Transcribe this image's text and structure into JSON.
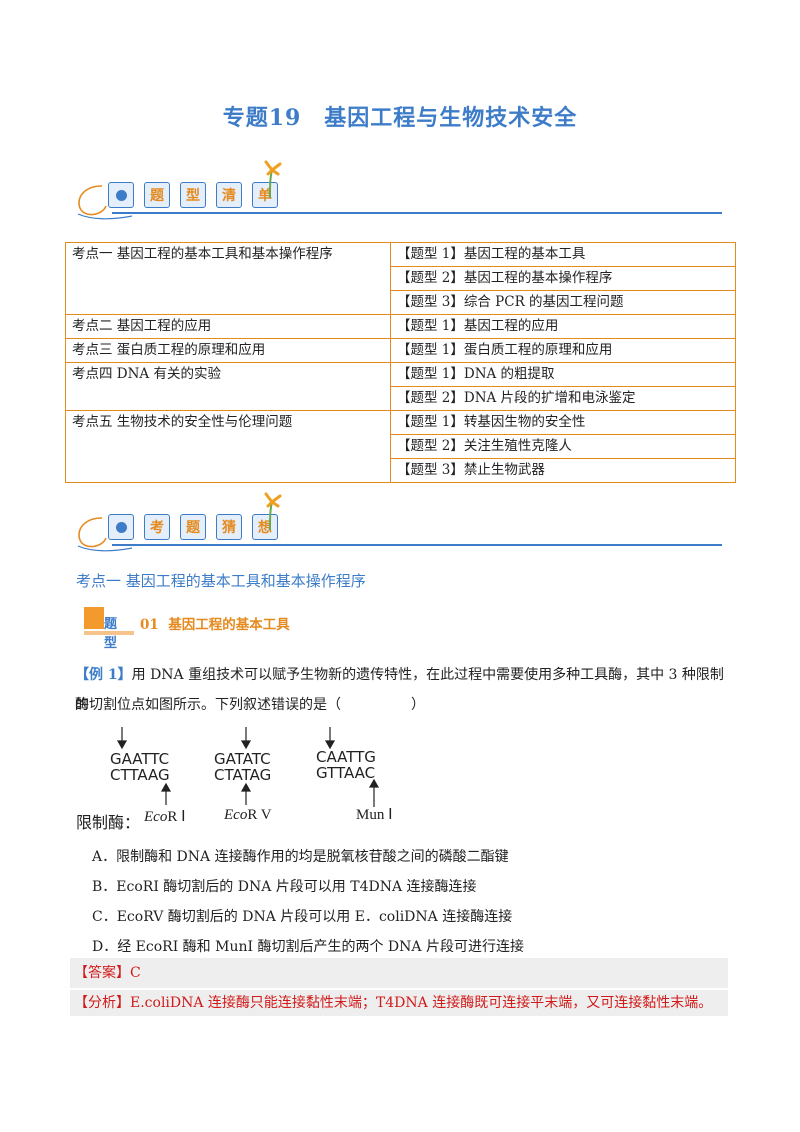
{
  "title": "专题19　基因工程与生物技术安全",
  "banner1": {
    "chips": [
      "",
      "题",
      "型",
      "清",
      "单"
    ]
  },
  "banner2": {
    "chips": [
      "",
      "考",
      "题",
      "猜",
      "想"
    ]
  },
  "topics": [
    {
      "left": "考点一  基因工程的基本工具和基本操作程序",
      "rows": [
        "【题型 1】基因工程的基本工具",
        "【题型 2】基因工程的基本操作程序",
        "【题型 3】综合 PCR 的基因工程问题"
      ]
    },
    {
      "left": "考点二  基因工程的应用",
      "rows": [
        "【题型 1】基因工程的应用"
      ]
    },
    {
      "left": "考点三  蛋白质工程的原理和应用",
      "rows": [
        "【题型 1】蛋白质工程的原理和应用"
      ]
    },
    {
      "left": "考点四  DNA 有关的实验",
      "rows": [
        "【题型 1】DNA 的粗提取",
        "【题型 2】DNA 片段的扩增和电泳鉴定"
      ]
    },
    {
      "left": "考点五  生物技术的安全性与伦理问题",
      "rows": [
        "【题型 1】转基因生物的安全性",
        "【题型 2】关注生殖性克隆人",
        "【题型 3】禁止生物武器"
      ]
    }
  ],
  "section_heading": "考点一  基因工程的基本工具和基本操作程序",
  "tixing": {
    "label": "题型",
    "number": "01",
    "name": "基因工程的基本工具"
  },
  "example": {
    "tag": "【例 1】",
    "text1": "用 DNA 重组技术可以赋予生物新的遗传特性，在此过程中需要使用多种工具酶，其中 3 种限制酶",
    "text2": "的切割位点如图所示。下列叙述错误的是（　　　　　）"
  },
  "figure": {
    "label": "限制酶：",
    "enzymes": [
      {
        "top": "GAATTC",
        "bottom": "CTTAAG",
        "name_italic": "Eco",
        "name_rest": "R Ⅰ"
      },
      {
        "top": "GATATC",
        "bottom": "CTATAG",
        "name_italic": "Eco",
        "name_rest": "R V"
      },
      {
        "top": "CAATTG",
        "bottom": "GTTAAC",
        "name_italic": "",
        "name_rest": "Mun Ⅰ"
      }
    ]
  },
  "options": [
    "A．限制酶和 DNA 连接酶作用的均是脱氧核苷酸之间的磷酸二酯键",
    "B．EcoRI 酶切割后的 DNA 片段可以用 T4DNA 连接酶连接",
    "C．EcoRV 酶切割后的 DNA 片段可以用 E．coliDNA 连接酶连接",
    "D．经 EcoRI 酶和 MunI 酶切割后产生的两个 DNA 片段可进行连接"
  ],
  "answer": {
    "label": "【答案】",
    "value": "C"
  },
  "analysis": {
    "label": "【分析】",
    "text": "E.coliDNA 连接酶只能连接黏性末端；T4DNA 连接酶既可连接平末端，又可连接黏性末端。"
  },
  "colors": {
    "accent_blue": "#3d7cc9",
    "accent_orange": "#e58a1e",
    "answer_red": "#d11a1a"
  }
}
